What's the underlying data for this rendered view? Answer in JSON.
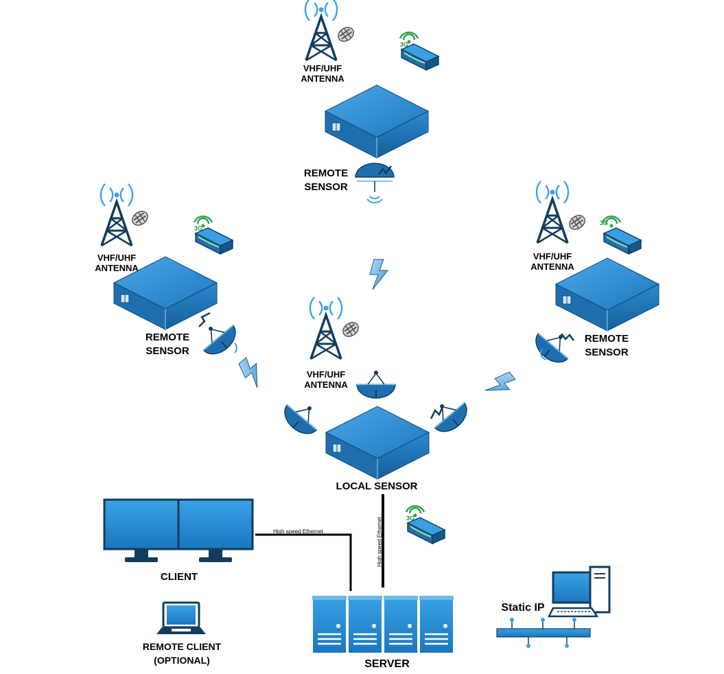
{
  "sensors": {
    "top": {
      "label_1": "REMOTE",
      "label_2": "SENSOR",
      "antenna_1": "VHF/UHF",
      "antenna_2": "ANTENNA"
    },
    "left": {
      "label_1": "REMOTE",
      "label_2": "SENSOR",
      "antenna_1": "VHF/UHF",
      "antenna_2": "ANTENNA"
    },
    "right": {
      "label_1": "REMOTE",
      "label_2": "SENSOR",
      "antenna_1": "VHF/UHF",
      "antenna_2": "ANTENNA"
    },
    "local": {
      "label": "LOCAL SENSOR",
      "antenna_1": "VHF/UHF",
      "antenna_2": "ANTENNA"
    }
  },
  "modem_badge": "3G",
  "links": {
    "client_server": "High speed Ethernet",
    "sensor_server": "High speed Ethernet"
  },
  "client": {
    "label": "CLIENT"
  },
  "remote_client": {
    "label_1": "REMOTE CLIENT",
    "label_2": "(OPTIONAL)"
  },
  "server": {
    "label": "SERVER"
  },
  "static_ip": {
    "label": "Static IP"
  },
  "colors": {
    "blue": "#2a8fd6",
    "dark_blue": "#1a5e8f",
    "navy": "#123c5c",
    "signal_blue": "#3aa0e8",
    "green": "#2aa14a"
  }
}
